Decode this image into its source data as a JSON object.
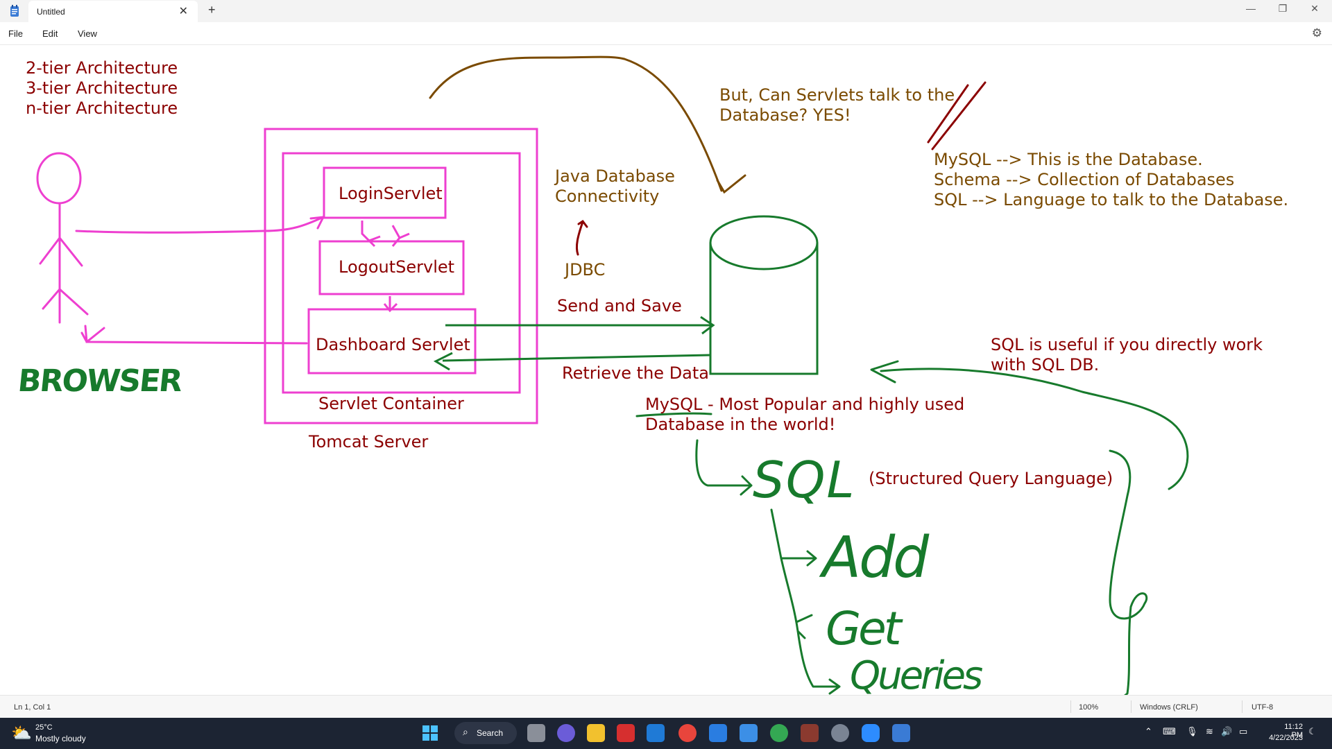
{
  "window": {
    "tab_title": "Untitled",
    "tab_close": "✕",
    "new_tab": "+",
    "minimize": "—",
    "maximize": "❐",
    "close": "✕"
  },
  "menu": {
    "file": "File",
    "edit": "Edit",
    "view": "View"
  },
  "canvas": {
    "architecture": [
      "2-tier Architecture",
      "3-tier Architecture",
      "n-tier Architecture"
    ],
    "browser_label": "BROWSER",
    "login_servlet": "LoginServlet",
    "logout_servlet": "LogoutServlet",
    "dashboard_servlet": "Dashboard Servlet",
    "servlet_container": "Servlet Container",
    "tomcat_server": "Tomcat Server",
    "jdbc_full": [
      "Java Database",
      "Connectivity"
    ],
    "jdbc": "JDBC",
    "send_save": "Send and Save",
    "retrieve": "Retrieve the Data",
    "question": [
      "But, Can Servlets talk to the",
      "Database? YES!"
    ],
    "definitions": [
      "MySQL --> This is the Database.",
      "Schema --> Collection of Databases",
      "SQL --> Language to talk to the Database."
    ],
    "sql_useful": [
      "SQL is useful if you directly work",
      "with SQL DB."
    ],
    "mysql_popular": [
      "MySQL - Most Popular and highly used",
      "Database in the world!"
    ],
    "structured": "(Structured Query Language)",
    "hand_sql": "SQL",
    "hand_add": "Add",
    "hand_get": "Get",
    "hand_queries": "Queries"
  },
  "status": {
    "position": "Ln 1, Col 1",
    "zoom": "100%",
    "line_ending": "Windows (CRLF)",
    "encoding": "UTF-8"
  },
  "taskbar": {
    "temperature": "25°C",
    "weather": "Mostly cloudy",
    "search": "Search",
    "time": "11:12 PM",
    "date": "4/22/2023"
  },
  "colors": {
    "magenta": "#ee3fd0",
    "green": "#177a2c",
    "dark_red": "#8b0000",
    "brown": "#7a4a00"
  }
}
